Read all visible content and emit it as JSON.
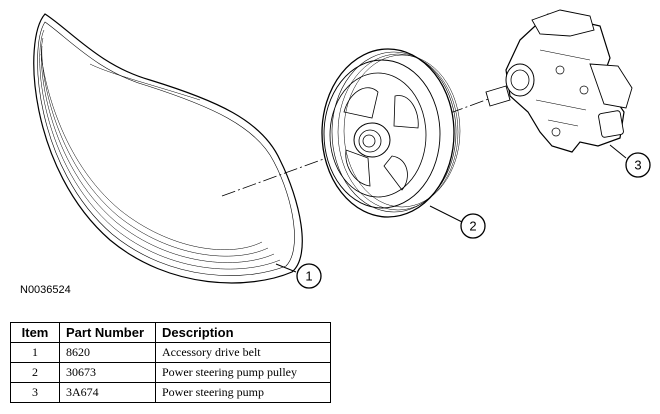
{
  "figure_id": "N0036524",
  "callouts": [
    "1",
    "2",
    "3"
  ],
  "table": {
    "headers": [
      "Item",
      "Part Number",
      "Description"
    ],
    "rows": [
      {
        "item": "1",
        "part_number": "8620",
        "description": "Accessory drive belt"
      },
      {
        "item": "2",
        "part_number": "30673",
        "description": "Power steering pump pulley"
      },
      {
        "item": "3",
        "part_number": "3A674",
        "description": "Power steering pump"
      }
    ]
  }
}
